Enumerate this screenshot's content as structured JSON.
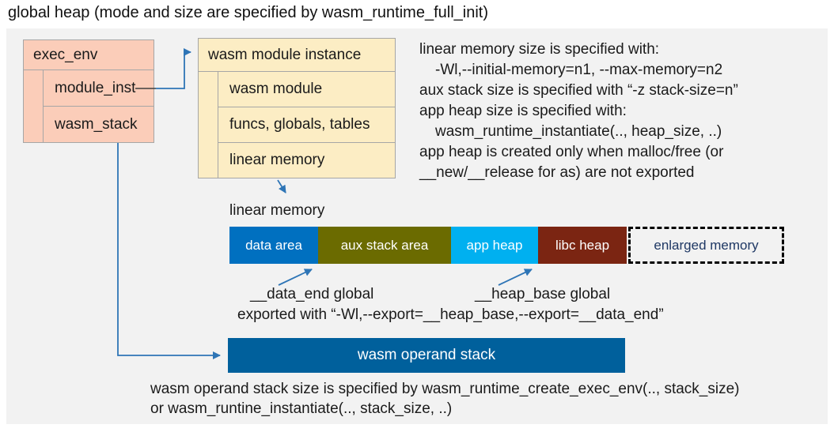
{
  "title": "global heap (mode and size are specified by wasm_runtime_full_init)",
  "exec_env_box": {
    "header": "exec_env",
    "rows": [
      "module_inst",
      "wasm_stack"
    ]
  },
  "module_instance_box": {
    "header": "wasm module instance",
    "rows": [
      "wasm module",
      "funcs, globals, tables",
      "linear memory"
    ]
  },
  "notes_right": {
    "lines": [
      "linear memory size is specified with:",
      "-Wl,--initial-memory=n1, --max-memory=n2",
      "aux stack size is specified with “-z stack-size=n”",
      "app heap size is specified with:",
      "wasm_runtime_instantiate(.., heap_size, ..)",
      "app heap is created only when malloc/free (or",
      "__new/__release for as) are not exported"
    ]
  },
  "linear_memory": {
    "label": "linear memory",
    "segments": [
      {
        "label": "data area",
        "color": "#0070C0"
      },
      {
        "label": "aux stack area",
        "color": "#6B6B00"
      },
      {
        "label": "app heap",
        "color": "#00B0F0"
      },
      {
        "label": "libc heap",
        "color": "#7B2512"
      },
      {
        "label": "enlarged memory",
        "color": "dashed-outline"
      }
    ]
  },
  "annotations": {
    "data_end": "__data_end global",
    "heap_base": "__heap_base global",
    "export_line": "exported with “-Wl,--export=__heap_base,--export=__data_end”"
  },
  "operand_stack": {
    "label": "wasm operand stack",
    "color": "#00609C"
  },
  "caption": {
    "lines": [
      "wasm operand stack size is specified by wasm_runtime_create_exec_env(.., stack_size)",
      "or wasm_runtine_instantiate(.., stack_size, ..)"
    ]
  },
  "colors": {
    "canvas_bg": "#F2F2F2",
    "exec_env_fill": "#FBCDB9",
    "instance_fill": "#FCEDC4",
    "box_border": "#A6A6A6",
    "arrow_blue": "#2E75B6",
    "enlarged_text": "#1F3864",
    "operand_stack_fill": "#00609C"
  }
}
